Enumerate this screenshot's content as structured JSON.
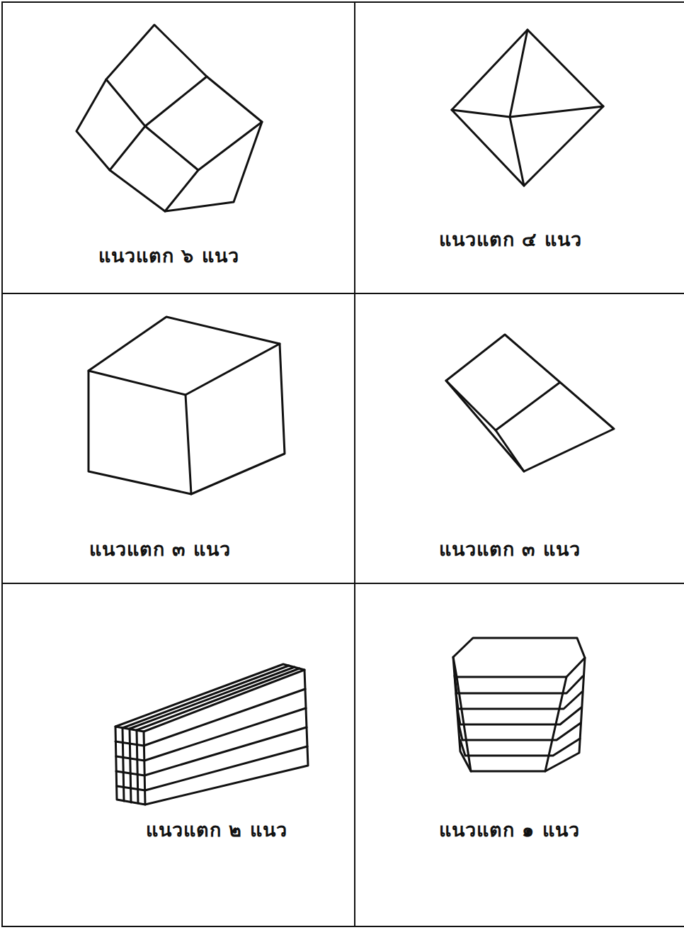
{
  "diagram": {
    "nodes": [
      {
        "text": [
          "แนวแตก ๖ แนว"
        ]
      },
      {
        "text": [
          "แนวแตก ๔ แนว"
        ]
      },
      {
        "text": [
          "แนวแตก ๓ แนว"
        ]
      },
      {
        "text": [
          "แนวแตก ๓ แนว"
        ]
      },
      {
        "text": [
          "แนวแตก ๒ แนว"
        ]
      },
      {
        "text": [
          "แนวแตก ๑ แนว"
        ]
      }
    ]
  }
}
